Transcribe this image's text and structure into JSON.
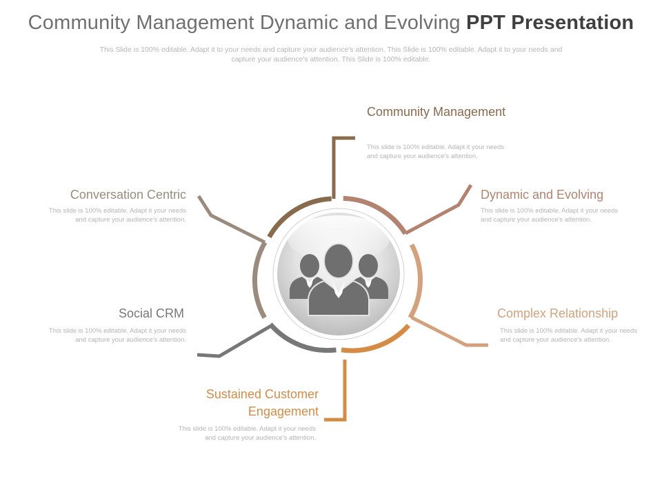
{
  "title": {
    "regular": "Community Management Dynamic and Evolving ",
    "bold": "PPT Presentation"
  },
  "subtitle": "This Slide is 100% editable. Adapt it to your needs and capture your audience's attention. This Slide is 100% editable. Adapt it to your needs and capture your audience's attention. This Slide is 100% editable.",
  "center_icon": "business-team-icon",
  "nodes": [
    {
      "title": "Community Management",
      "desc": "This slide is 100% editable. Adapt it your needs and capture your audience's attention.",
      "color": "#8a6a4c"
    },
    {
      "title": "Dynamic and Evolving",
      "desc": "This slide is 100% editable. Adapt it your needs and capture your audience's attention.",
      "color": "#b4836f"
    },
    {
      "title": "Complex Relationship",
      "desc": "This slide is 100% editable. Adapt it your needs and capture your audience's attention.",
      "color": "#d3a27c"
    },
    {
      "title": "Sustained Customer Engagement",
      "desc": "This slide is 100% editable. Adapt it your needs and capture your audience's attention.",
      "color": "#d68b45"
    },
    {
      "title": "Social CRM",
      "desc": "This slide is 100% editable. Adapt it your needs and capture your audience's attention.",
      "color": "#777777"
    },
    {
      "title": "Conversation Centric",
      "desc": "This slide is 100% editable. Adapt it your needs and capture your audience's attention.",
      "color": "#9b8b7d"
    }
  ]
}
